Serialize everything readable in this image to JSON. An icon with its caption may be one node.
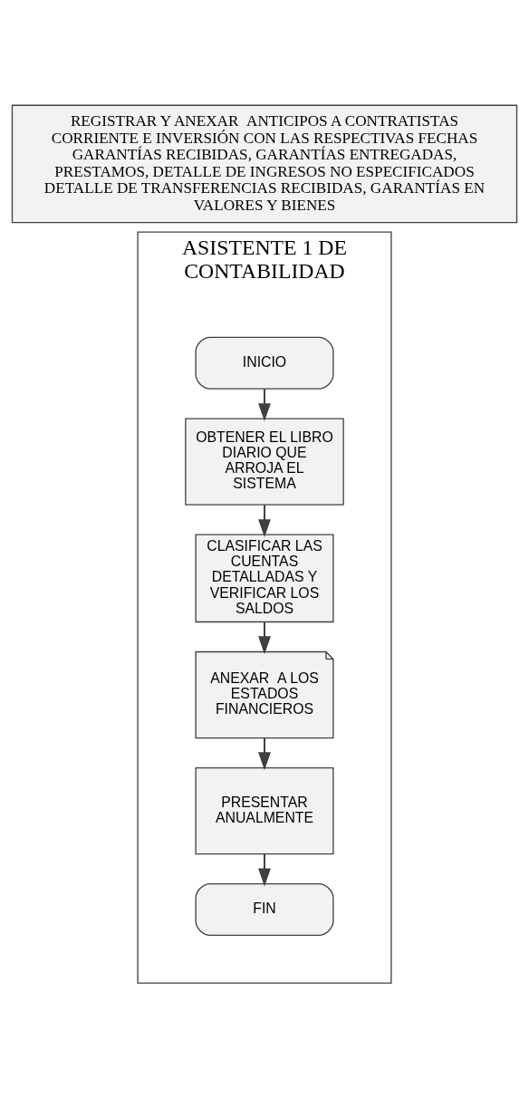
{
  "diagram": {
    "nodes": [
      {
        "text": [
          "REGISTRAR Y ANEXAR  ANTICIPOS A CONTRATISTAS CORRIENTE E INVERSIÓN CON LAS RESPECTIVAS FECHAS GARANTÍAS RECIBIDAS, GARANTÍAS ENTREGADAS, PRESTAMOS, DETALLE DE INGRESOS NO ESPECIFICADOS DETALLE DE TRANSFERENCIAS RECIBIDAS, GARANTÍAS EN VALORES Y BIENES"
        ]
      },
      {
        "text": [
          "ASISTENTE 1 DE CONTABILIDAD"
        ]
      },
      {
        "text": [
          "INICIO"
        ],
        "in": 1
      },
      {
        "text": [
          "OBTENER EL LIBRO DIARIO QUE ARROJA EL SISTEMA"
        ],
        "in": 1
      },
      {
        "text": [
          "CLASIFICAR LAS CUENTAS DETALLADAS Y VERIFICAR LOS SALDOS"
        ],
        "in": 1
      },
      {
        "text": [
          "ANEXAR  A LOS ESTADOS FINANCIEROS"
        ],
        "in": 1
      },
      {
        "text": [
          "PRESENTAR ANUALMENTE"
        ],
        "in": 1
      },
      {
        "text": [
          "FIN"
        ],
        "in": 1
      }
    ],
    "edges": [
      {
        "from": 2,
        "to": 3,
        "arrow": "to"
      },
      {
        "from": 3,
        "to": 4,
        "arrow": "to"
      },
      {
        "from": 4,
        "to": 5,
        "arrow": "to"
      },
      {
        "from": 5,
        "to": 6,
        "arrow": "to"
      },
      {
        "from": 6,
        "to": 7,
        "arrow": "to"
      }
    ]
  }
}
